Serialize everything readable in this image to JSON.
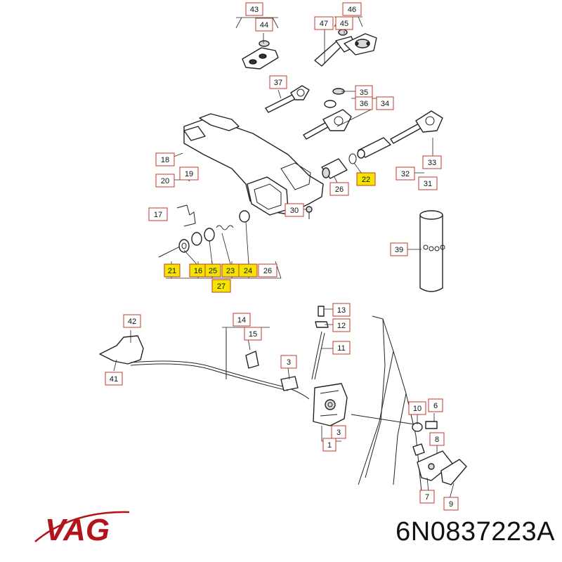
{
  "brand": {
    "logo_text": "VAG",
    "logo_color": "#b3141c"
  },
  "part_number": "6N0837223A",
  "colors": {
    "callout_border": "#c0392b",
    "highlight_fill": "#f5e400"
  },
  "callouts": [
    {
      "id": "c43",
      "label": "43",
      "highlighted": false
    },
    {
      "id": "c44",
      "label": "44",
      "highlighted": false
    },
    {
      "id": "c46",
      "label": "46",
      "highlighted": false
    },
    {
      "id": "c47",
      "label": "47",
      "highlighted": false
    },
    {
      "id": "c45",
      "label": "45",
      "highlighted": false
    },
    {
      "id": "c37",
      "label": "37",
      "highlighted": false
    },
    {
      "id": "c35",
      "label": "35",
      "highlighted": false
    },
    {
      "id": "c36",
      "label": "36",
      "highlighted": false
    },
    {
      "id": "c34",
      "label": "34",
      "highlighted": false
    },
    {
      "id": "c18",
      "label": "18",
      "highlighted": false
    },
    {
      "id": "c19",
      "label": "19",
      "highlighted": false
    },
    {
      "id": "c20",
      "label": "20",
      "highlighted": false
    },
    {
      "id": "c33",
      "label": "33",
      "highlighted": false
    },
    {
      "id": "c32",
      "label": "32",
      "highlighted": false
    },
    {
      "id": "c31",
      "label": "31",
      "highlighted": false
    },
    {
      "id": "c22",
      "label": "22",
      "highlighted": true
    },
    {
      "id": "c26a",
      "label": "26",
      "highlighted": false
    },
    {
      "id": "c30",
      "label": "30",
      "highlighted": false
    },
    {
      "id": "c17",
      "label": "17",
      "highlighted": false
    },
    {
      "id": "c39",
      "label": "39",
      "highlighted": false
    },
    {
      "id": "c21",
      "label": "21",
      "highlighted": true
    },
    {
      "id": "c16",
      "label": "16",
      "highlighted": true
    },
    {
      "id": "c25",
      "label": "25",
      "highlighted": true
    },
    {
      "id": "c23",
      "label": "23",
      "highlighted": true
    },
    {
      "id": "c24",
      "label": "24",
      "highlighted": true
    },
    {
      "id": "c26b",
      "label": "26",
      "highlighted": false
    },
    {
      "id": "c27",
      "label": "27",
      "highlighted": true
    },
    {
      "id": "c42",
      "label": "42",
      "highlighted": false
    },
    {
      "id": "c41",
      "label": "41",
      "highlighted": false
    },
    {
      "id": "c14",
      "label": "14",
      "highlighted": false
    },
    {
      "id": "c15",
      "label": "15",
      "highlighted": false
    },
    {
      "id": "c13",
      "label": "13",
      "highlighted": false
    },
    {
      "id": "c12",
      "label": "12",
      "highlighted": false
    },
    {
      "id": "c11",
      "label": "11",
      "highlighted": false
    },
    {
      "id": "c3a",
      "label": "3",
      "highlighted": false
    },
    {
      "id": "c10",
      "label": "10",
      "highlighted": false
    },
    {
      "id": "c6",
      "label": "6",
      "highlighted": false
    },
    {
      "id": "c8",
      "label": "8",
      "highlighted": false
    },
    {
      "id": "c3b",
      "label": "3",
      "highlighted": false
    },
    {
      "id": "c1",
      "label": "1",
      "highlighted": false
    },
    {
      "id": "c7",
      "label": "7",
      "highlighted": false
    },
    {
      "id": "c9",
      "label": "9",
      "highlighted": false
    }
  ]
}
